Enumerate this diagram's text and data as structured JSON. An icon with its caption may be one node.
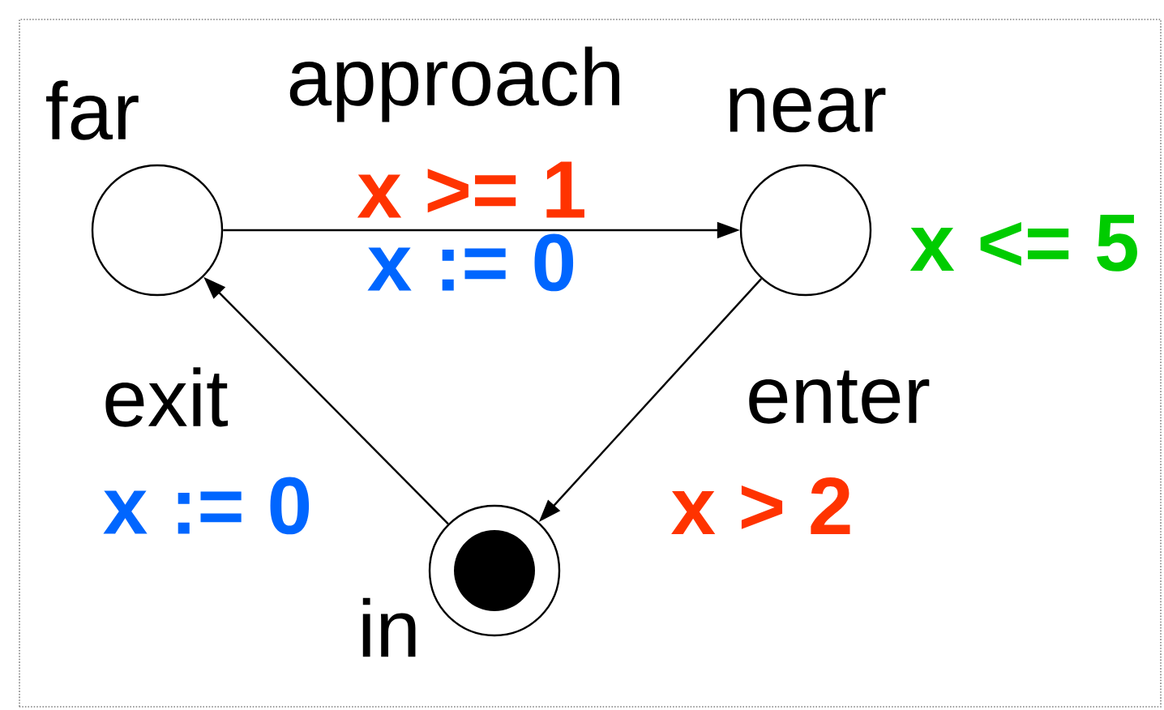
{
  "diagram": {
    "nodes": [
      {
        "text": [
          "far"
        ]
      },
      {
        "text": [
          "near"
        ],
        "beside": [
          "x <= 5"
        ]
      },
      {
        "text": [
          "in"
        ]
      }
    ],
    "edges": [
      {
        "from": 0,
        "to": 1,
        "arrow": "to",
        "label": "approach"
      },
      {
        "from": 1,
        "to": 2,
        "arrow": "to",
        "label": "enter"
      },
      {
        "from": 2,
        "to": 0,
        "arrow": "to",
        "label": "exit"
      }
    ],
    "labels": [
      "x >= 1",
      "x := 0",
      "x := 0",
      "x > 2"
    ]
  }
}
